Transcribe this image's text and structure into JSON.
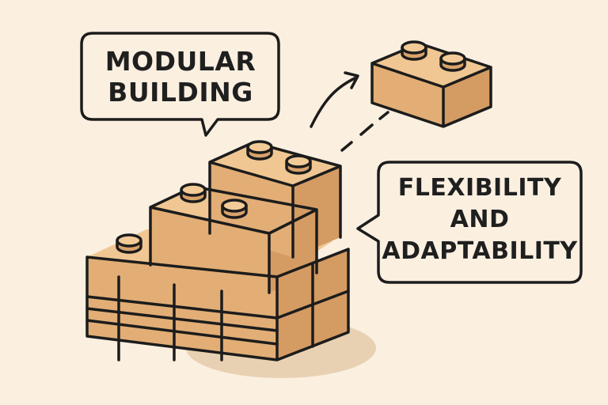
{
  "colors": {
    "background": "#fbefe0",
    "outline": "#1c1c1c",
    "brick_top": "#f0c792",
    "brick_front": "#e2ae75",
    "brick_side": "#d49b63",
    "shadow": "#e8d1b2"
  },
  "callouts": {
    "modular_building": {
      "line1": "MODULAR",
      "line2": "BUILDING"
    },
    "flexibility": {
      "line1": "FLEXIBILITY",
      "line2": "AND",
      "line3": "ADAPTABILITY"
    }
  },
  "icons": {
    "arrow": "curved-arrow-icon",
    "loose_brick": "toy-brick-icon",
    "brick_stack": "brick-stack-icon"
  }
}
